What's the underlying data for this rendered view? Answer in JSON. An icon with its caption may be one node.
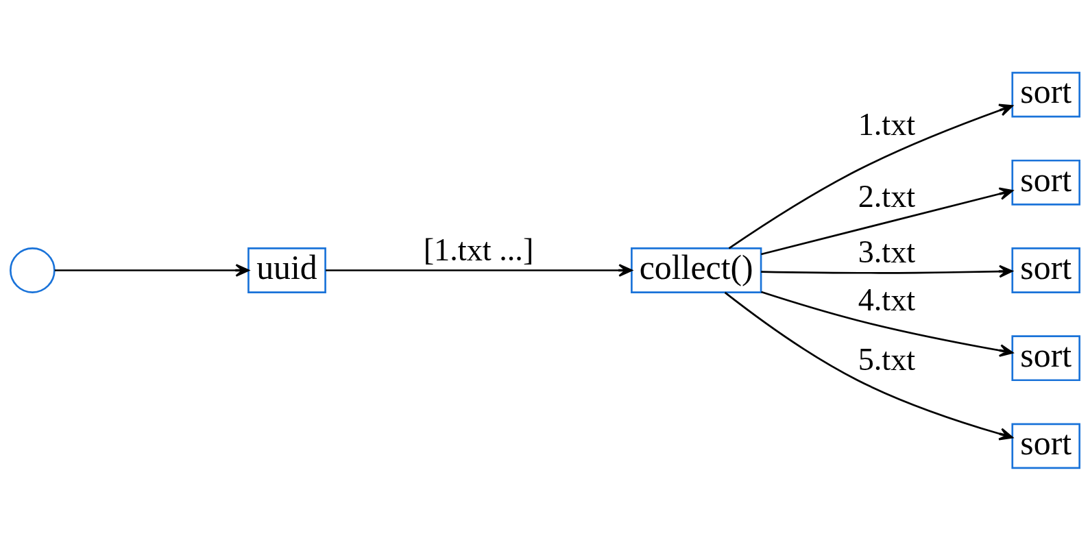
{
  "diagram": {
    "nodes": [
      {
        "text": [],
        "shape": "circle"
      },
      {
        "text": [
          "uuid"
        ]
      },
      {
        "text": [
          "collect()"
        ]
      },
      {
        "text": [
          "sort"
        ]
      },
      {
        "text": [
          "sort"
        ]
      },
      {
        "text": [
          "sort"
        ]
      },
      {
        "text": [
          "sort"
        ]
      },
      {
        "text": [
          "sort"
        ]
      }
    ],
    "edges": [
      {
        "from": 0,
        "to": 1,
        "arrow": "to"
      },
      {
        "from": 1,
        "to": 2,
        "arrow": "to",
        "label": "[1.txt ...]"
      },
      {
        "from": 2,
        "to": 3,
        "arrow": "to",
        "label": "1.txt"
      },
      {
        "from": 2,
        "to": 4,
        "arrow": "to",
        "label": "2.txt"
      },
      {
        "from": 2,
        "to": 5,
        "arrow": "to",
        "label": "3.txt"
      },
      {
        "from": 2,
        "to": 6,
        "arrow": "to",
        "label": "4.txt"
      },
      {
        "from": 2,
        "to": 7,
        "arrow": "to",
        "label": "5.txt"
      }
    ]
  }
}
